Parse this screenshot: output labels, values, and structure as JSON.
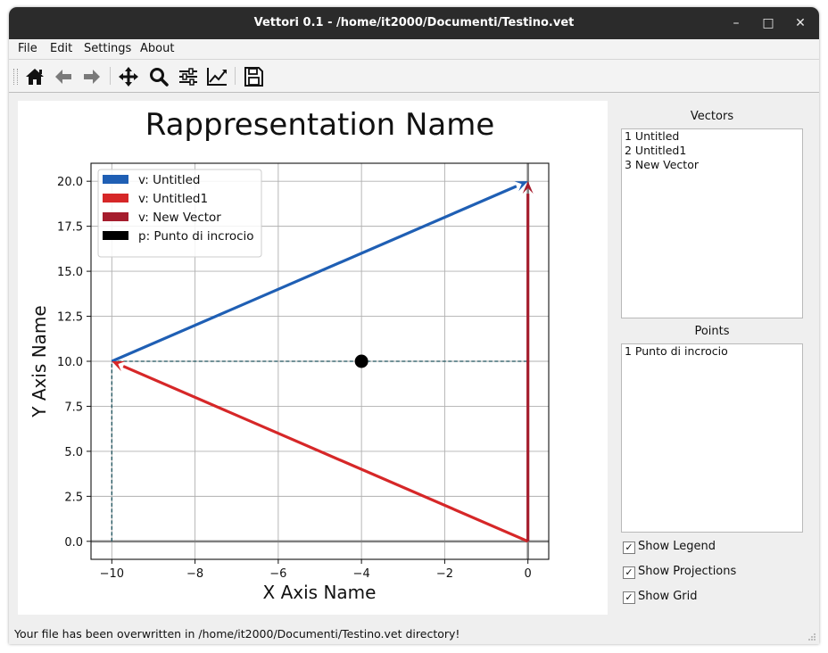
{
  "window": {
    "title": "Vettori 0.1 - /home/it2000/Documenti/Testino.vet",
    "minimize_glyph": "–",
    "maximize_glyph": "□",
    "close_glyph": "✕"
  },
  "menu": [
    "File",
    "Edit",
    "Settings",
    "About"
  ],
  "toolbar": {
    "icons": [
      "home-icon",
      "back-arrow-icon",
      "forward-arrow-icon",
      "pan-icon",
      "zoom-icon",
      "configure-subplots-icon",
      "edit-axis-icon",
      "save-icon"
    ]
  },
  "chart_data": {
    "type": "line",
    "title": "Rappresentation Name",
    "xlabel": "X Axis Name",
    "ylabel": "Y Axis Name",
    "xlim": [
      -10.5,
      0.5
    ],
    "ylim": [
      -1,
      21
    ],
    "xticks": [
      -10,
      -8,
      -6,
      -4,
      -2,
      0
    ],
    "xtick_labels": [
      "−10",
      "−8",
      "−6",
      "−4",
      "−2",
      "0"
    ],
    "yticks": [
      0,
      2.5,
      5,
      7.5,
      10,
      12.5,
      15,
      17.5,
      20
    ],
    "ytick_labels": [
      "0.0",
      "2.5",
      "5.0",
      "7.5",
      "10.0",
      "12.5",
      "15.0",
      "17.5",
      "20.0"
    ],
    "grid": true,
    "legend_position": "top-left",
    "vectors": [
      {
        "name": "v: Untitled",
        "from": [
          -10,
          10
        ],
        "to": [
          0,
          20
        ],
        "color": "#1f5fb4"
      },
      {
        "name": "v: Untitled1",
        "from": [
          0,
          0
        ],
        "to": [
          -10,
          10
        ],
        "color": "#d62728"
      },
      {
        "name": "v: New Vector",
        "from": [
          0,
          0
        ],
        "to": [
          0,
          20
        ],
        "color": "#a51d2d"
      }
    ],
    "points": [
      {
        "name": "p: Punto di incrocio",
        "x": -4,
        "y": 10,
        "color": "#000000"
      }
    ],
    "projections": {
      "color": "#1a4f5a",
      "segments": [
        {
          "from": [
            -10,
            10
          ],
          "to": [
            0,
            10
          ]
        },
        {
          "from": [
            -10,
            0
          ],
          "to": [
            -10,
            10
          ]
        }
      ]
    },
    "axis_line_color": "#808080"
  },
  "sidebar": {
    "vectors_label": "Vectors",
    "vectors": [
      "1 Untitled",
      "2 Untitled1",
      "3 New Vector"
    ],
    "points_label": "Points",
    "points": [
      "1 Punto di incrocio"
    ],
    "checkboxes": [
      {
        "label": "Show Legend",
        "checked": true
      },
      {
        "label": "Show Projections",
        "checked": true
      },
      {
        "label": "Show Grid",
        "checked": true
      }
    ],
    "check_glyph": "✓"
  },
  "status": {
    "message": "Your file has been overwritten in /home/it2000/Documenti/Testino.vet directory!"
  }
}
